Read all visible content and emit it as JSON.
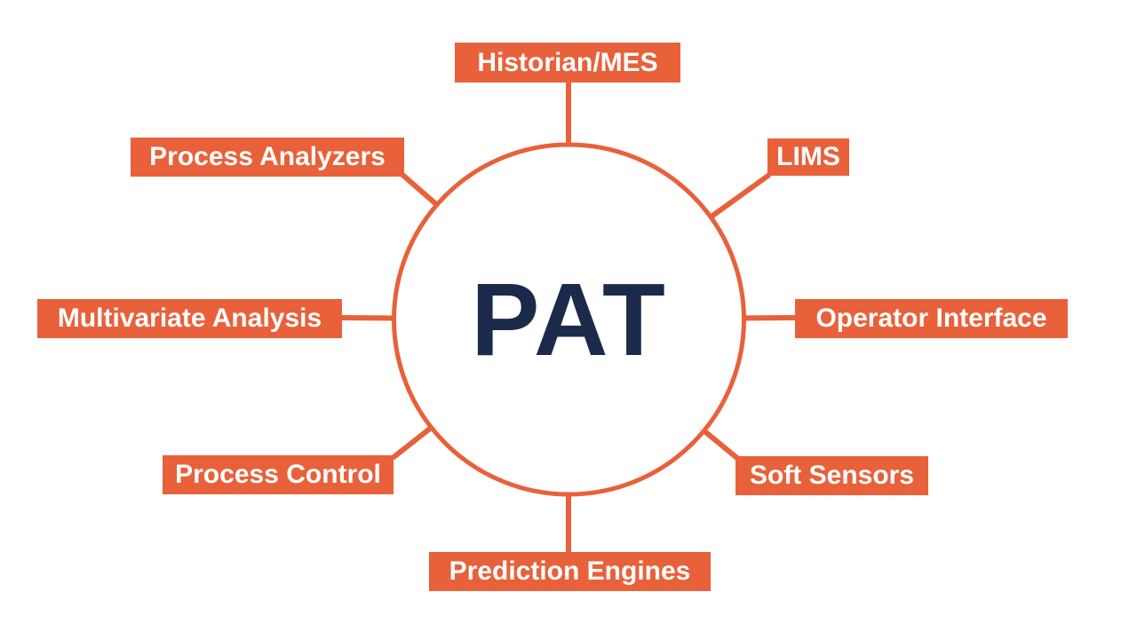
{
  "diagram": {
    "title": "PAT hub-and-spoke diagram",
    "center": {
      "label": "PAT"
    },
    "colors": {
      "accent_orange": "#E8613A",
      "center_text_navy": "#1B2A4A",
      "label_text": "#FFFFFF",
      "background": "#FFFFFF"
    },
    "nodes": [
      {
        "label": "Historian/MES",
        "position": "top"
      },
      {
        "label": "LIMS",
        "position": "top-right"
      },
      {
        "label": "Operator Interface",
        "position": "right"
      },
      {
        "label": "Soft Sensors",
        "position": "bottom-right"
      },
      {
        "label": "Prediction Engines",
        "position": "bottom"
      },
      {
        "label": "Process Control",
        "position": "bottom-left"
      },
      {
        "label": "Multivariate Analysis",
        "position": "left"
      },
      {
        "label": "Process Analyzers",
        "position": "top-left"
      }
    ]
  }
}
